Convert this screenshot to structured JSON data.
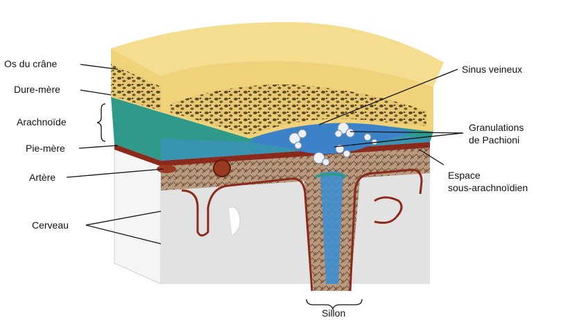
{
  "labels": {
    "os_du_crane": "Os du crâne",
    "dure_mere": "Dure-mère",
    "arachnoide": "Arachnoïde",
    "pie_mere": "Pie-mère",
    "artere": "Artère",
    "cerveau": "Cerveau",
    "sinus_veineux": "Sinus veineux",
    "granulations_line1": "Granulations",
    "granulations_line2": "de Pachioni",
    "espace_line1": "Espace",
    "espace_line2": "sous-arachnoïdien",
    "sillon": "Sillon"
  },
  "colors": {
    "bone": "#f0d27a",
    "bone_top": "#f5dd8f",
    "dura": "#2f9a8a",
    "arachnoid": "#3f8fd0",
    "pia": "#8b2a1c",
    "sinus": "#3c82c8",
    "subarachnoid_web": "#c9a27a",
    "brain": "#dedede",
    "brain_side": "#f2f2f2",
    "artery": "#9a3a20"
  }
}
